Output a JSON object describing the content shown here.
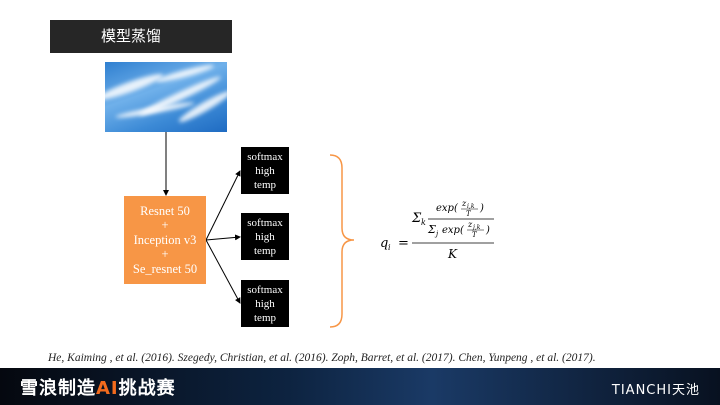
{
  "title": "模型蒸馏",
  "model_box": {
    "line1": "Resnet 50",
    "plus1": "+",
    "line2": "Inception v3",
    "plus2": "+",
    "line3": "Se_resnet 50"
  },
  "softmax_boxes": [
    {
      "l1": "softmax",
      "l2": "high",
      "l3": "temp"
    },
    {
      "l1": "softmax",
      "l2": "high",
      "l3": "temp"
    },
    {
      "l1": "softmax",
      "l2": "high",
      "l3": "temp"
    }
  ],
  "formula": {
    "lhs": "q",
    "lhs_sub": "i",
    "eq": "=",
    "sum_k": "Σ",
    "k": "k",
    "exp_num": "exp(",
    "z_ik": "z",
    "z_ik_sub": "i,k",
    "T": "T",
    "close": ")",
    "sum_j": "Σ",
    "j": "j",
    "z_jk": "z",
    "z_jk_sub": "j,k",
    "K": "K"
  },
  "citation": "He, Kaiming , et al. (2016).  Szegedy, Christian, et al. (2016).  Zoph, Barret, et al. (2017). Chen, Yunpeng , et al. (2017).",
  "footer": {
    "brand_a": "雪浪制造",
    "brand_ai": "AI",
    "brand_b": "挑战赛",
    "tianchi": "TIANCHI天池"
  },
  "colors": {
    "orange": "#f79646",
    "title_bg": "#262626"
  }
}
